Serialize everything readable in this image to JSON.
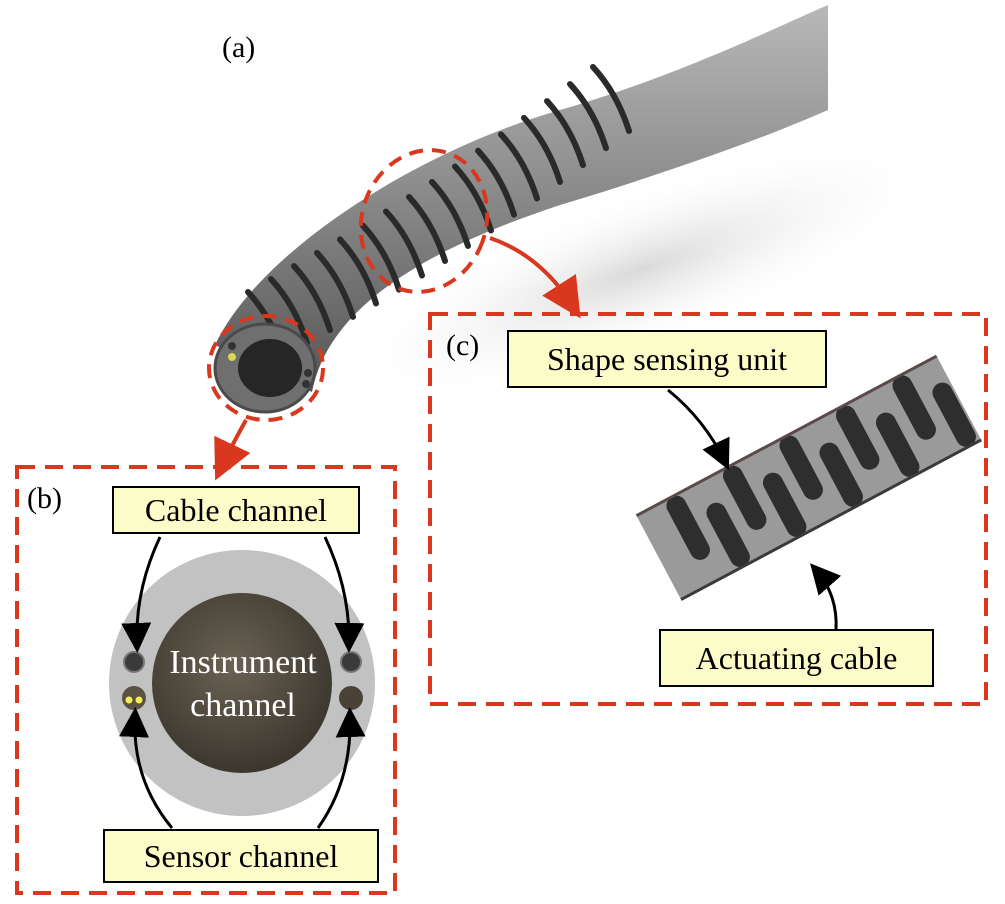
{
  "panels": {
    "a": "(a)",
    "b": "(b)",
    "c": "(c)"
  },
  "labels": {
    "cable_channel": "Cable channel",
    "instrument_channel_line1": "Instrument",
    "instrument_channel_line2": "channel",
    "sensor_channel": "Sensor channel",
    "shape_sensing_unit": "Shape sensing unit",
    "actuating_cable": "Actuating cable"
  },
  "colors": {
    "callout_fill": "#fcfcc8",
    "dashed_frame": "#d9381e",
    "arrow_red": "#d9381e",
    "tube_gray": "#8a8a8a",
    "outer_disc": "#c2c2c2",
    "instrument_disc": "#4a4438"
  }
}
